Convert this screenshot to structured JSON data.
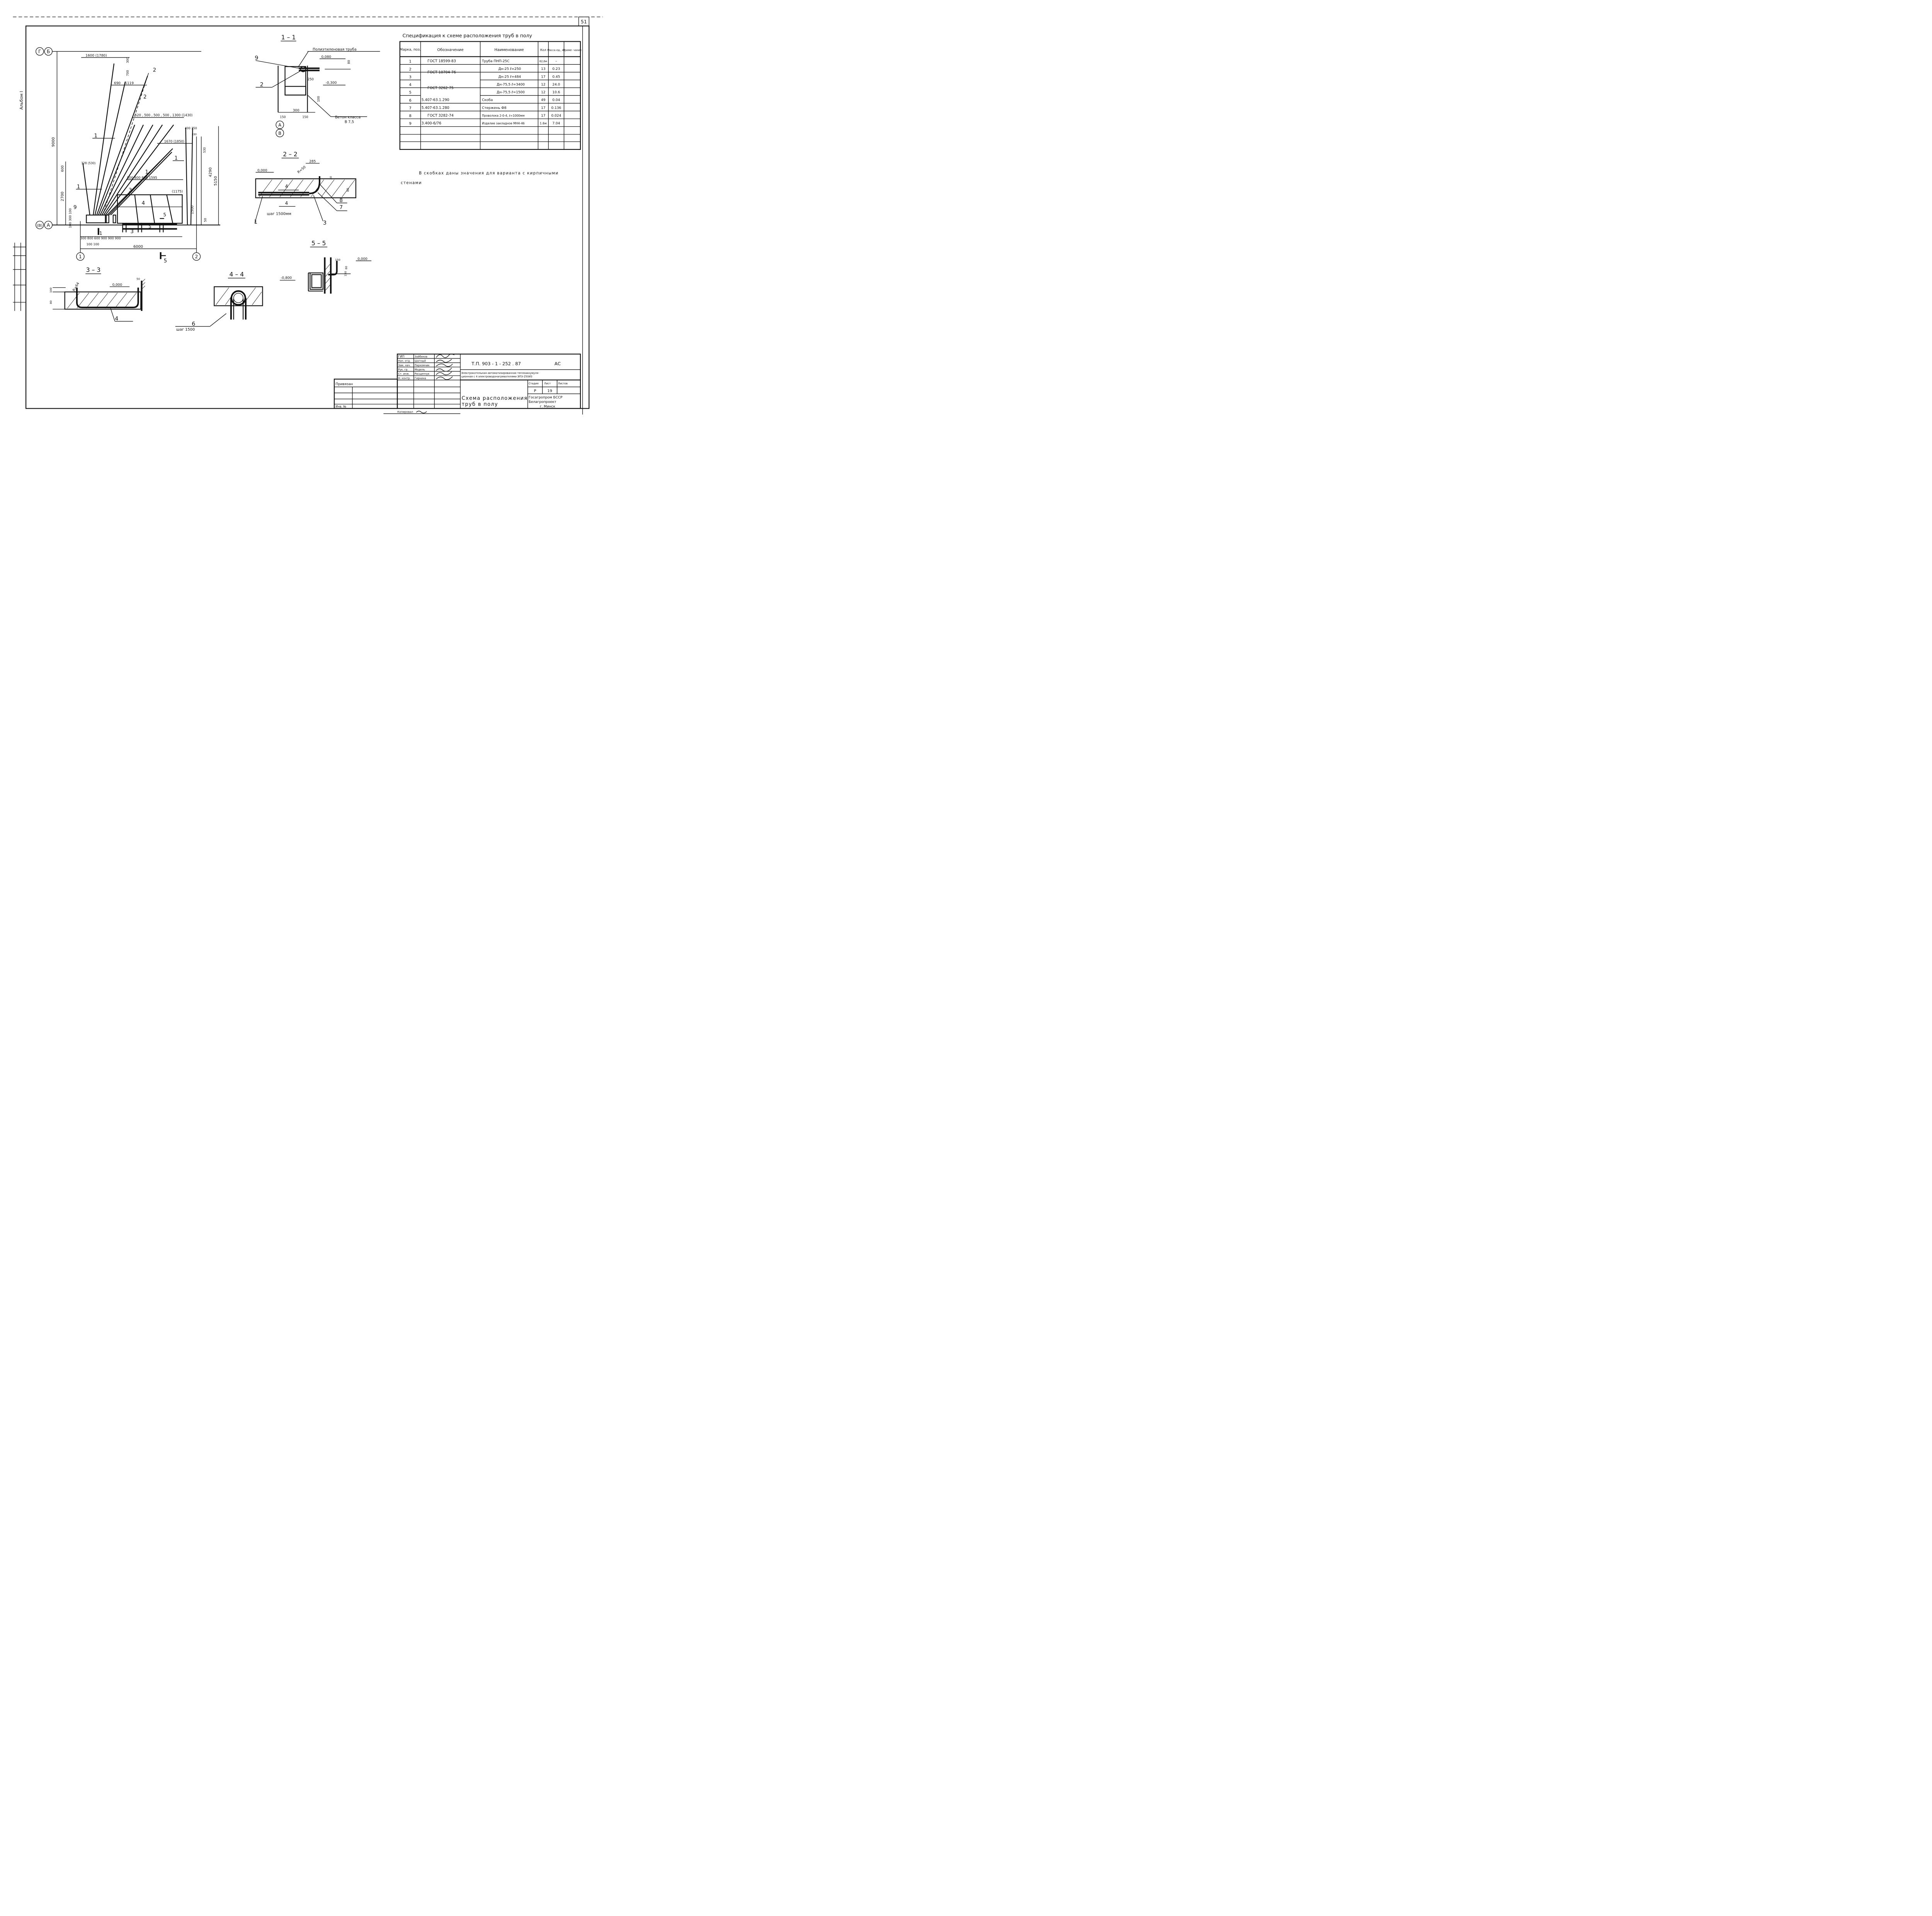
{
  "sheet": {
    "page_no": "51",
    "album": "Альбом I"
  },
  "spec": {
    "title": "Спецификация к схеме расположения труб в полу",
    "headers": [
      "Марка, поз.",
      "Обозначение",
      "Наименование",
      "Кол",
      "Масса ед., кг",
      "Приме- чание"
    ],
    "rows": [
      {
        "pos": "1",
        "doc": "ГОСТ 18599-83",
        "name": "Труба ПНП-25С",
        "qty": "62,6м",
        "mass": "–",
        "note": ""
      },
      {
        "pos": "2",
        "doc": "ГОСТ 10704-76",
        "name": "Дн-25  ℓ=250",
        "qty": "13",
        "mass": "0.23",
        "note": ""
      },
      {
        "pos": "3",
        "doc": "",
        "name": "Дн-25  ℓ=484",
        "qty": "17",
        "mass": "0.45",
        "note": ""
      },
      {
        "pos": "4",
        "doc": "ГОСТ 3262-75",
        "name": "Дн-75,5  ℓ=3400",
        "qty": "12",
        "mass": "24.0",
        "note": ""
      },
      {
        "pos": "5",
        "doc": "",
        "name": "Дн-75,5  ℓ=1500",
        "qty": "12",
        "mass": "10.6",
        "note": ""
      },
      {
        "pos": "6",
        "doc": "5.407-63.1.290",
        "name": "Скоба",
        "qty": "49",
        "mass": "0.04",
        "note": ""
      },
      {
        "pos": "7",
        "doc": "5.407-63.1.280",
        "name": "Стержень Ф8",
        "qty": "17",
        "mass": "0.136",
        "note": ""
      },
      {
        "pos": "8",
        "doc": "ГОСТ 3282-74",
        "name": "Проволока 2-0-4, ℓ=1000мм",
        "qty": "17",
        "mass": "0.024",
        "note": ""
      },
      {
        "pos": "9",
        "doc": "3.400-6/76",
        "name": "Изделие закладное МН4-46",
        "qty": "1.6м",
        "mass": "7.04",
        "note": ""
      }
    ]
  },
  "notes": {
    "line1": "В скобках даны значения для варианта с кирпичными",
    "line2": "стенами"
  },
  "plan": {
    "axis_g": "Г",
    "axis_b": "Б",
    "axis_v": "(В)",
    "axis_a": "А",
    "axis_1": "1",
    "axis_2": "2",
    "d_1600": "1600 (1780)",
    "d_300": "300",
    "d_700": "700",
    "d_690": "690",
    "d_1119": "1119",
    "d_top_row": "520 , 500 , 500 , 500 , 1300 (1430)",
    "d_400_350": "400 350",
    "d_330": "330",
    "d_1670": "1670 (1850)",
    "d_530": "530",
    "d_9000": "9000",
    "d_600": "600",
    "d_328": "328 (530)",
    "d_2700": "2700",
    "d_300_100": "100 300 100",
    "d_800_row": "800   800   800   1595",
    "d_1175": "(1175)",
    "d_1500": "1500",
    "d_4290": "4290",
    "d_5150": "5150",
    "d_50": "50",
    "d_bot1": "300  800  600  900   900   900",
    "d_bot2": "100   100",
    "d_6000": "6000",
    "m1": "1",
    "m2": "2",
    "m3": "3",
    "m4": "4",
    "m5": "5",
    "m9": "9",
    "cut5": "5",
    "cut1": "1"
  },
  "sec11": {
    "title": "1 – 1",
    "pipe": "Полиэтиленовая труба",
    "lvl0": "0,080",
    "lvl1": "-0,300",
    "d80": "80",
    "d250": "250",
    "d100": "100",
    "d300": "300",
    "d150a": "150",
    "d150b": "150",
    "concrete1": "Бетон класса",
    "concrete2": "В 7,5",
    "axA": "А",
    "axB": "В",
    "m9": "9",
    "m2": "2"
  },
  "sec22": {
    "title": "2 – 2",
    "lvl": "0,000",
    "d285": "285",
    "r": "R=50",
    "d30": "30",
    "d80": "80",
    "m1": "1",
    "m3": "3",
    "m4": "4",
    "m7": "7",
    "m8": "8",
    "step": "шаг 1500мм"
  },
  "sec33": {
    "title": "3 – 3",
    "lvl": "0,000",
    "r": "R=64",
    "d50": "50",
    "d100": "100",
    "d80": "80",
    "m4": "4"
  },
  "sec44": {
    "title": "4 – 4",
    "m6": "6",
    "step": "шаг 1500"
  },
  "sec55": {
    "title": "5 – 5",
    "lvl0": "0,000",
    "lvl1": "-0,800",
    "d150": "150",
    "d80": "80",
    "d150b": "150"
  },
  "stamp": {
    "code": "Т.П.  903 - 1 - 252 . 87",
    "mark": "АС",
    "desc1": "Электрокотельная автоматизированная теплоаккумуля-",
    "desc2": "ционная с 4 электроводонагревателями ЭПЗ-250И3",
    "stage_h": "Стадия",
    "sheet_h": "Лист",
    "sheets_h": "Листов",
    "stage": "Р",
    "sheet": "19",
    "sheets": "",
    "title1": "Схема расположения",
    "title2": "труб в полу",
    "org1": "Госагропром БССР",
    "org2": "Белагропроект",
    "org3": "г. Минск",
    "tied": "Привязан",
    "inv": "Инв. №",
    "copied": "Копировал"
  },
  "people": [
    {
      "role": "ГИП",
      "name": "Зайбеков"
    },
    {
      "role": "Нач. отд.",
      "name": "Шатный"
    },
    {
      "role": "Зам. нач.",
      "name": "Пархомчик"
    },
    {
      "role": "Рук. гр.",
      "name": "Модель"
    },
    {
      "role": "Ст. инж.",
      "name": "Расщепчук"
    },
    {
      "role": "Н. контр.",
      "name": "Гирнина"
    }
  ]
}
